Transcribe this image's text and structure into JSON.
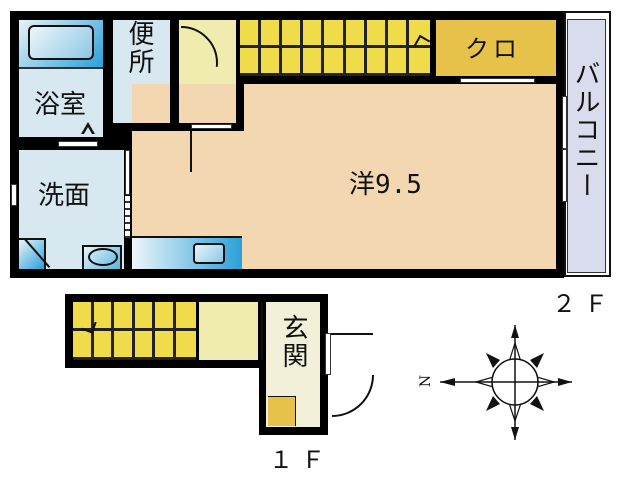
{
  "floor2": {
    "label": "２Ｆ",
    "rooms": {
      "bath": "浴室",
      "toilet": "便所",
      "closet": "クロ",
      "western_room": "洋9.5",
      "washroom": "洗面",
      "balcony": "バルコニー"
    }
  },
  "floor1": {
    "label": "１Ｆ",
    "rooms": {
      "entrance": "玄関"
    }
  },
  "compass": {
    "north_label": "N"
  },
  "colors": {
    "wall": "#000000",
    "western_room": "#f3d7b0",
    "wet_area": "#d7e8f0",
    "hall": "#f0ecb0",
    "stairs": "#f0dc4a",
    "closet": "#e6c24a",
    "balcony": "#d8dcec",
    "entrance": "#f2f0d8"
  }
}
